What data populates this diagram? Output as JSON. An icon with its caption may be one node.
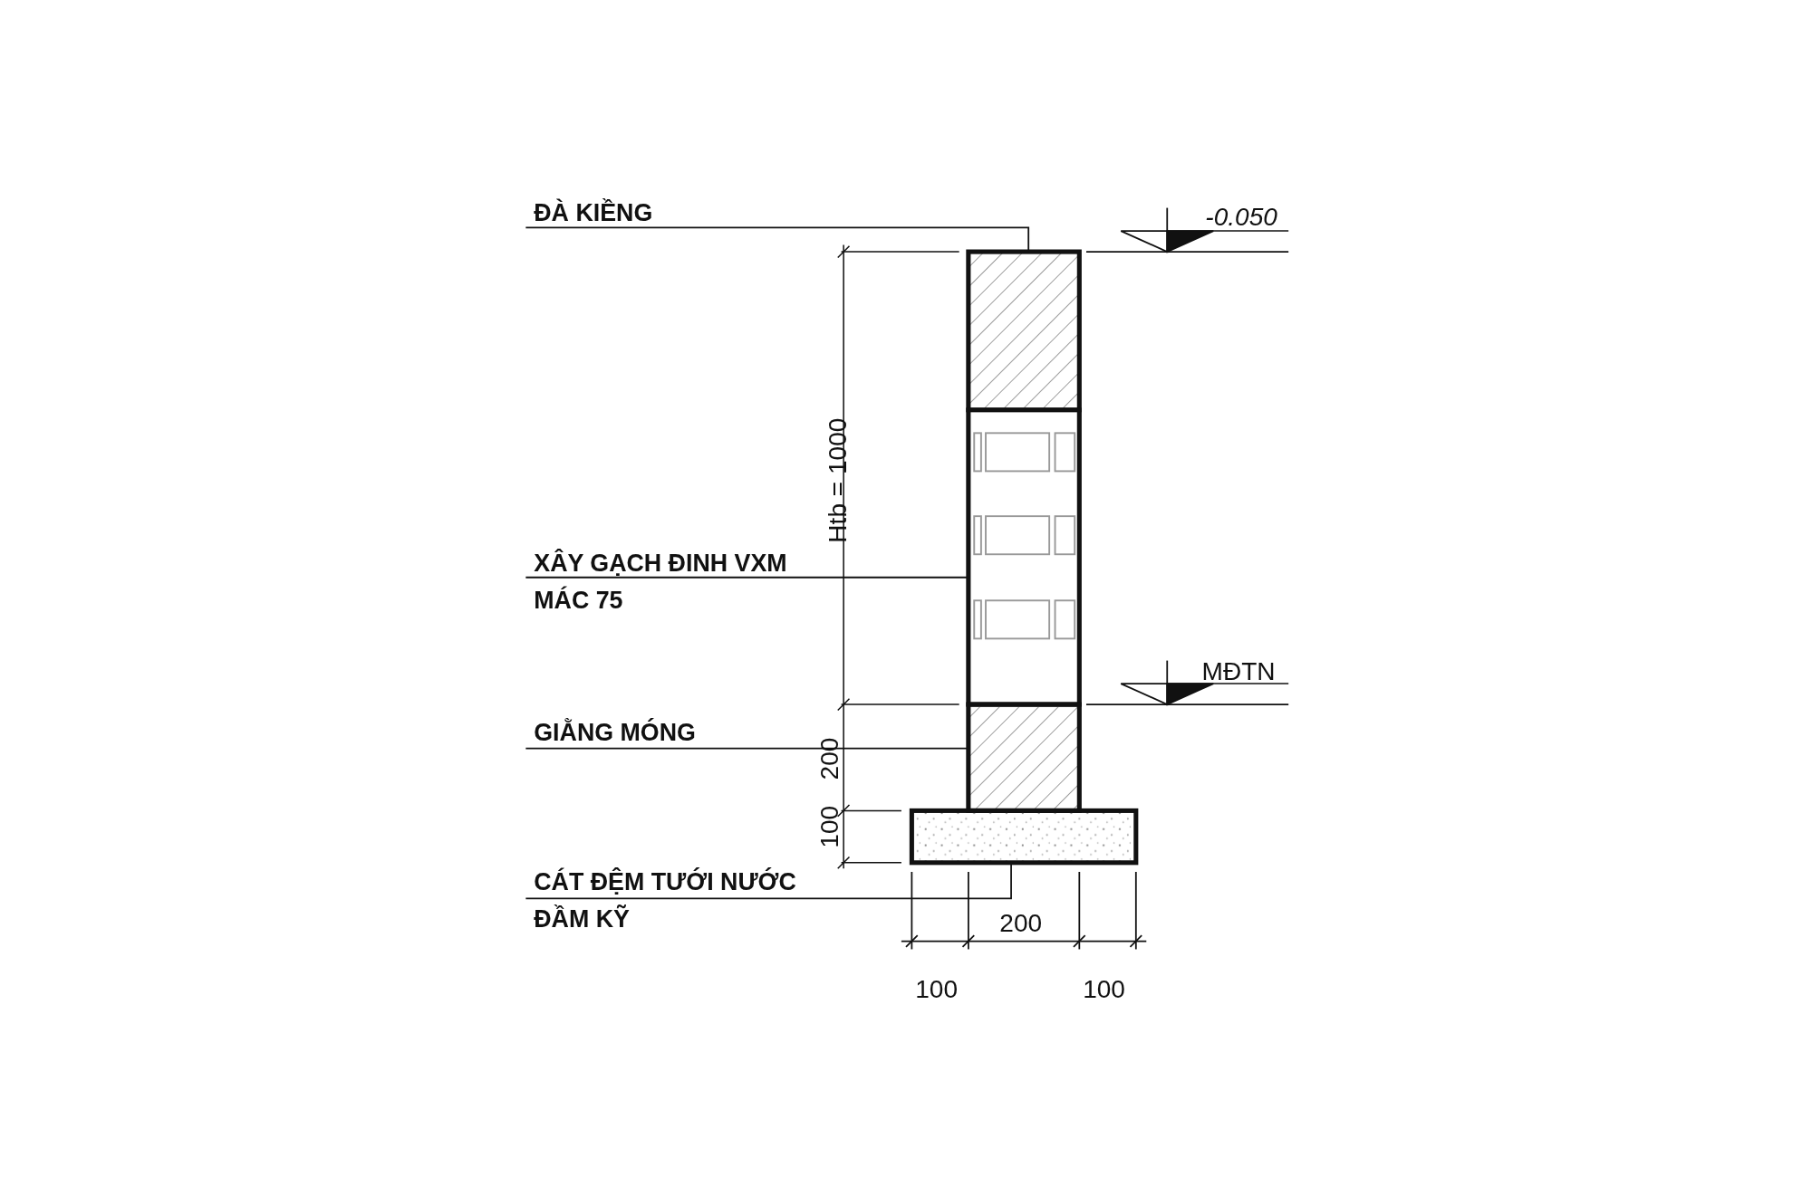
{
  "diagram": {
    "nodes": [
      {
        "text": [
          "ĐÀ KIỀNG"
        ]
      },
      {
        "text": [],
        "shape": "box"
      },
      {
        "text": [
          "XÂY GẠCH ĐINH VXM MÁC 75"
        ]
      },
      {
        "text": [],
        "shape": "box"
      },
      {
        "text": [
          "GIẰNG MÓNG"
        ]
      },
      {
        "text": [],
        "shape": "box"
      },
      {
        "text": [
          "CÁT ĐỆM TƯỚI NƯỚC ĐẦM KỸ"
        ]
      },
      {
        "text": [],
        "shape": "box"
      }
    ],
    "edges": [
      {
        "from": 0,
        "to": 1,
        "arrow": "none"
      },
      {
        "from": 2,
        "to": 3,
        "arrow": "none"
      },
      {
        "from": 4,
        "to": 5,
        "arrow": "none"
      },
      {
        "from": 6,
        "to": 7,
        "arrow": "none"
      }
    ],
    "labels": [
      "-0.050",
      "Htb = 1000",
      "MĐTN",
      "200",
      "100",
      "200",
      "100",
      "100"
    ]
  }
}
